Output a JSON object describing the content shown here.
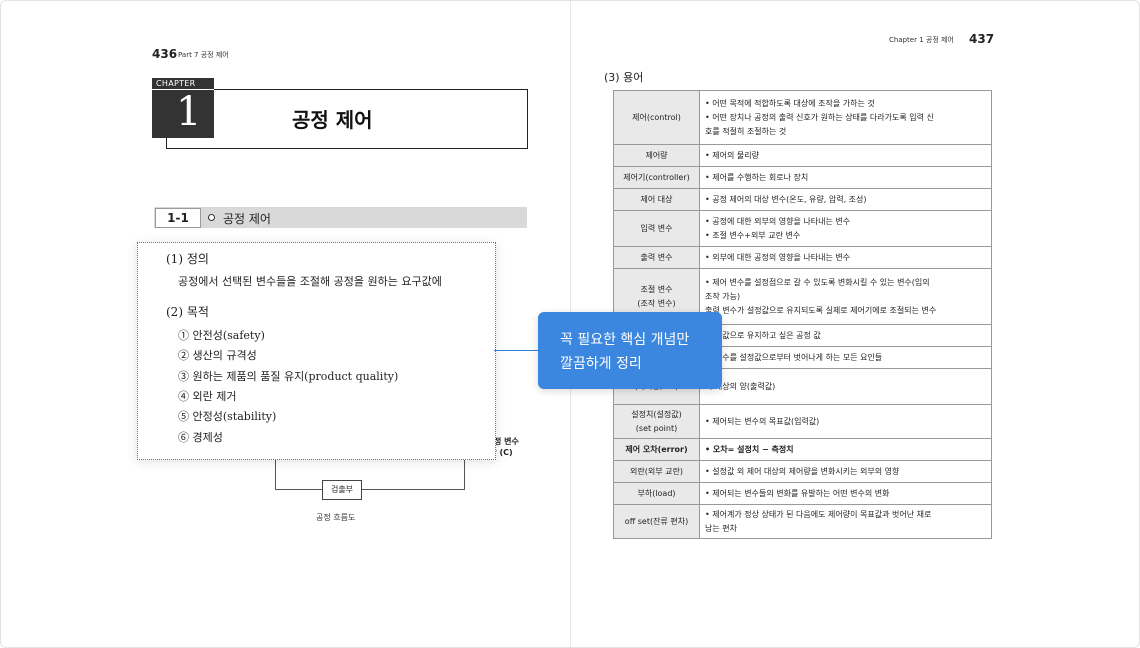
{
  "left_page": {
    "page_number": "436",
    "running_header": "Part 7  공정 제어",
    "chapter_label": "CHAPTER",
    "chapter_number": "1",
    "chapter_title": "공정 제어",
    "section_number": "1-1",
    "section_title": "공정 제어",
    "highlight": {
      "definition_heading": "(1) 정의",
      "definition_text": "공정에서 선택된 변수들을 조절해 공정을 원하는 요구값에",
      "purpose_heading": "(2) 목적",
      "purposes": [
        "① 안전성(safety)",
        "② 생산의 규격성",
        "③ 원하는 제품의 품질 유지(product quality)",
        "④ 외란 제거",
        "⑤ 안정성(stability)",
        "⑥ 경제성"
      ]
    },
    "diagram": {
      "detector_label": "검출부",
      "caption": "공정 흐름도",
      "side_label_1": "정 변수",
      "side_label_2": "외란 (C)"
    }
  },
  "callout": {
    "line1": "꼭 필요한 핵심 개념만",
    "line2": "깔끔하게 정리",
    "color": "#3b86de"
  },
  "right_page": {
    "running_header": "Chapter 1  공정 제어",
    "page_number": "437",
    "section_heading": "(3) 용어",
    "terms": [
      {
        "term": [
          "제어(control)"
        ],
        "definition": [
          "• 어떤 목적에 적합하도록 대상에 조작을 가하는 것",
          "• 어떤 장치나 공정의 출력 신호가 원하는 상태를 다라가도록 입력 신",
          "   호를 적절히 조절하는 것"
        ]
      },
      {
        "term": [
          "제어량"
        ],
        "definition": [
          "• 제어의 물리량"
        ]
      },
      {
        "term": [
          "제어기(controller)"
        ],
        "definition": [
          "• 제어를 수행하는 회로나 장치"
        ]
      },
      {
        "term": [
          "제어 대상"
        ],
        "definition": [
          "• 공정 제어의 대상 변수(온도, 유량, 압력, 조성)"
        ]
      },
      {
        "term": [
          "입력 변수"
        ],
        "definition": [
          "• 공정에 대한 외부의 영향을 나타내는 변수",
          "• 조절 변수+외부 교란 변수"
        ]
      },
      {
        "term": [
          "출력 변수"
        ],
        "definition": [
          "• 외부에 대한 공정의 영향을 나타내는 변수"
        ]
      },
      {
        "term": [
          "조절 변수",
          "(조작 변수)"
        ],
        "definition": [
          "• 제어 변수를 설정점으로 갈 수 있도록 변화시킬 수 있는 변수(임의",
          "   조작 가능)",
          "출력 변수가 설정값으로 유지되도록 실제로 제어기에로 조절되는 변수"
        ]
      },
      {
        "term": [
          ""
        ],
        "definition": [
          "정한 값으로 유지하고 싶은 공정 값"
        ]
      },
      {
        "term": [
          ""
        ],
        "definition": [
          "어 변수를 설정값으로부터 벗어나게 하는 모든 요인들"
        ]
      },
      {
        "term": [
          "(제어량, PV)"
        ],
        "definition": [
          "어 대상의 양(출력값)"
        ]
      },
      {
        "term": [
          "설정치(설정값)",
          "(set point)"
        ],
        "definition": [
          "• 제어되는 변수의 목표값(입력값)"
        ]
      },
      {
        "term": [
          "제어 오차(error)"
        ],
        "definition": [
          "• 오차= 설정치 − 측정치"
        ],
        "bold": true
      },
      {
        "term": [
          "외란(외부 교란)"
        ],
        "definition": [
          "• 설정값 외 제어 대상의 제어량을 변화시키는 외부의 영향"
        ]
      },
      {
        "term": [
          "부하(load)"
        ],
        "definition": [
          "• 제어되는 변수들의 변화를 유발하는 어떤 변수의 변화"
        ]
      },
      {
        "term": [
          "off set(잔류 편차)"
        ],
        "definition": [
          "• 제어계가 정상 상태가 된 다음에도 제어량이 목표값과 벗어난 채로",
          "   남는 편차"
        ]
      }
    ]
  }
}
